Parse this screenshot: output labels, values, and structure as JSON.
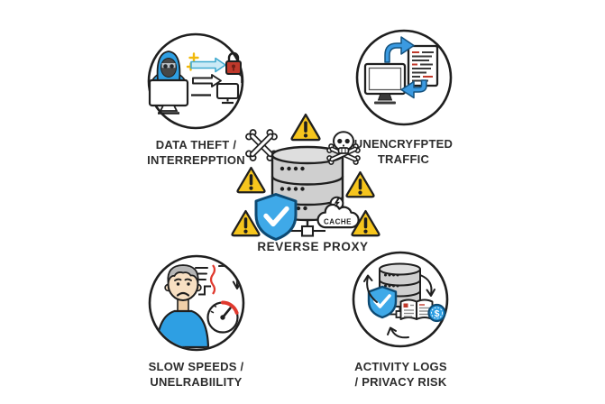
{
  "diagram": {
    "center": {
      "label": "REVERSE PROXY",
      "cache_label": "CACHE",
      "warning_triangle_count": 5
    },
    "nodes": {
      "data_theft": {
        "line1": "DATA THEFT /",
        "line2": "INTERREPPTION"
      },
      "unencrypted_traffic": {
        "line1": "UNENCRYFPTED",
        "line2": "TRAFFIC"
      },
      "slow_speeds": {
        "line1": "SLOW SPEEDS /",
        "line2": "UNELRABIILITY"
      },
      "activity_logs": {
        "line1": "ACTIVITY LOGS",
        "line2": "/ PRIVACY RISK"
      }
    },
    "icons": {
      "dollar_sign": "$"
    },
    "colors": {
      "accent_blue": "#2E9FE3",
      "arrow_blue": "#3B9AE1",
      "shield_blue": "#3FA9E8",
      "warning_yellow": "#F6C51D",
      "alert_red": "#C0392B",
      "gauge_red": "#E0392E",
      "server_gray": "#CFCFCF",
      "outline": "#1F1F1F"
    }
  }
}
